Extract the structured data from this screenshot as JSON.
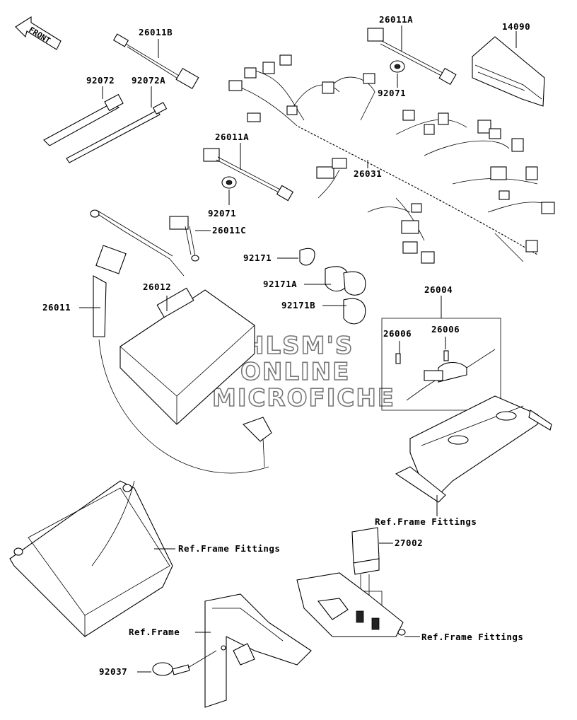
{
  "front_arrow": {
    "label": "FRONT"
  },
  "watermark": {
    "line1": "HLSM'S",
    "line2": "ONLINE",
    "line3": "MICROFICHE"
  },
  "labels": {
    "p26011B": "26011B",
    "p26011A_top": "26011A",
    "p14090": "14090",
    "p92072": "92072",
    "p92072A": "92072A",
    "p92071_top": "92071",
    "p26011A_mid": "26011A",
    "p26031": "26031",
    "p92071_mid": "92071",
    "p26011C": "26011C",
    "p92171": "92171",
    "p92171A": "92171A",
    "p92171B": "92171B",
    "p26012": "26012",
    "p26011": "26011",
    "p26004": "26004",
    "p26006_left": "26006",
    "p26006_right": "26006",
    "ref_frame_fittings_1": "Ref.Frame Fittings",
    "ref_frame_fittings_2": "Ref.Frame Fittings",
    "p27002": "27002",
    "ref_frame": "Ref.Frame",
    "ref_frame_fittings_3": "Ref.Frame Fittings",
    "p92037": "92037"
  }
}
